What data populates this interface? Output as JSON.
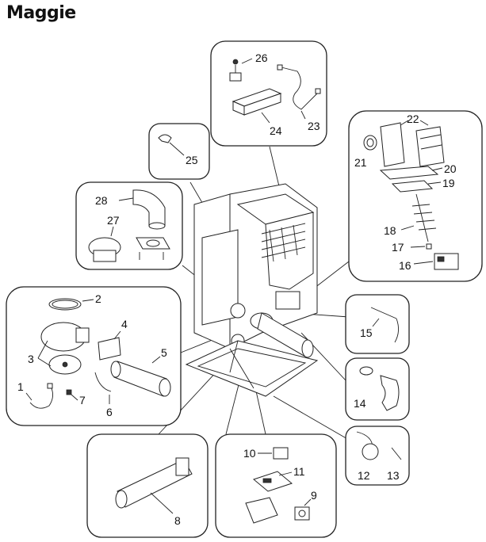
{
  "title": "Maggie",
  "callouts": [
    "1",
    "2",
    "3",
    "4",
    "5",
    "6",
    "7",
    "8",
    "9",
    "10",
    "11",
    "12",
    "13",
    "14",
    "15",
    "16",
    "17",
    "18",
    "19",
    "20",
    "21",
    "22",
    "23",
    "24",
    "25",
    "26",
    "27",
    "28"
  ]
}
